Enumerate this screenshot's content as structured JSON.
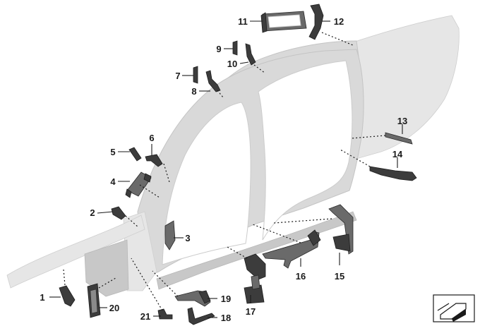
{
  "diagram": {
    "callouts": [
      {
        "id": "c1",
        "label": "1"
      },
      {
        "id": "c2",
        "label": "2"
      },
      {
        "id": "c3",
        "label": "3"
      },
      {
        "id": "c4",
        "label": "4"
      },
      {
        "id": "c5",
        "label": "5"
      },
      {
        "id": "c6",
        "label": "6"
      },
      {
        "id": "c7",
        "label": "7"
      },
      {
        "id": "c8",
        "label": "8"
      },
      {
        "id": "c9",
        "label": "9"
      },
      {
        "id": "c10",
        "label": "10"
      },
      {
        "id": "c11",
        "label": "11"
      },
      {
        "id": "c12",
        "label": "12"
      },
      {
        "id": "c13",
        "label": "13"
      },
      {
        "id": "c14",
        "label": "14"
      },
      {
        "id": "c15",
        "label": "15"
      },
      {
        "id": "c16",
        "label": "16"
      },
      {
        "id": "c17",
        "label": "17"
      },
      {
        "id": "c18",
        "label": "18"
      },
      {
        "id": "c19",
        "label": "19"
      },
      {
        "id": "c20",
        "label": "20"
      },
      {
        "id": "c21",
        "label": "21"
      }
    ],
    "colors": {
      "body_panel": "#d9d9d9",
      "part": "#3c3c3c",
      "line": "#1a1a1a"
    },
    "reference_icon": "vehicle-orientation-icon"
  }
}
